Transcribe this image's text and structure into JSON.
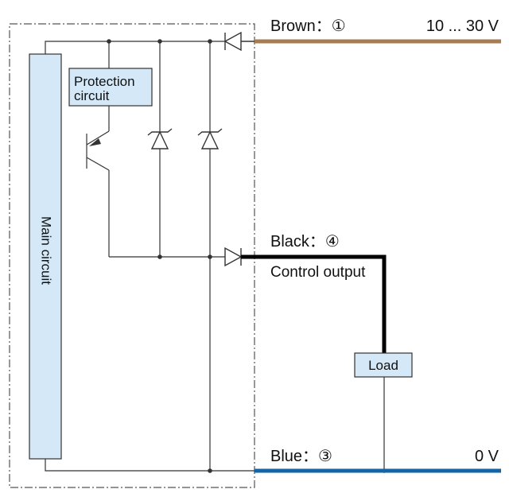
{
  "wires": {
    "brown": {
      "label": "Brown：①",
      "voltage": "10 ... 30 V",
      "color": "#a67c52"
    },
    "black": {
      "label": "Black：④",
      "function": "Control output",
      "color": "#000000"
    },
    "blue": {
      "label": "Blue：③",
      "voltage": "0 V",
      "color": "#1565a6"
    }
  },
  "blocks": {
    "main_circuit": "Main circuit",
    "protection_line1": "Protection",
    "protection_line2": "circuit",
    "load": "Load"
  },
  "colors": {
    "block_fill": "#d4e8f7",
    "line": "#333333",
    "boundary": "#555555"
  }
}
